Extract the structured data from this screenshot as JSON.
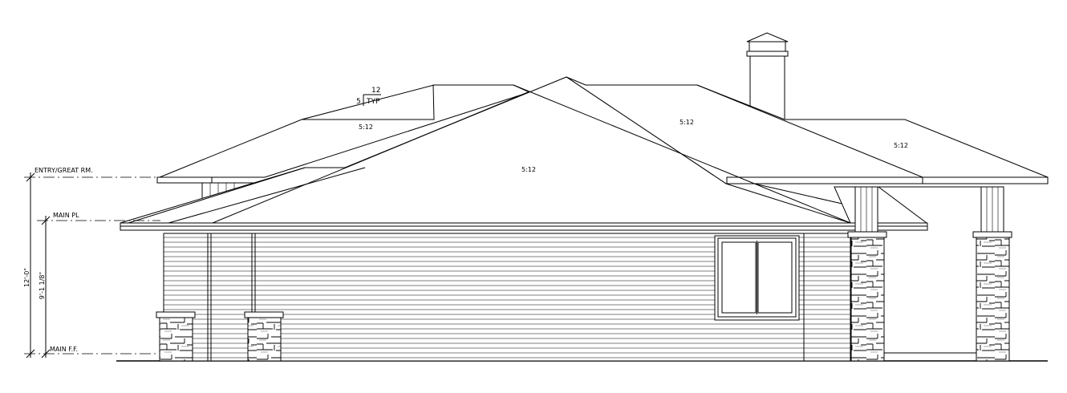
{
  "levels": {
    "entry_great_rm": "ENTRY/GREAT RM.",
    "main_plate": "MAIN PL",
    "main_ff": "MAIN F.F."
  },
  "dimensions": {
    "overall": "12'-0\"",
    "main_floor": "9'-1 1/8\""
  },
  "roof_pitch": {
    "rise": "5",
    "run": "12",
    "note": "TYP",
    "labels": [
      "5:12",
      "5:12",
      "5:12",
      "5:12"
    ]
  }
}
